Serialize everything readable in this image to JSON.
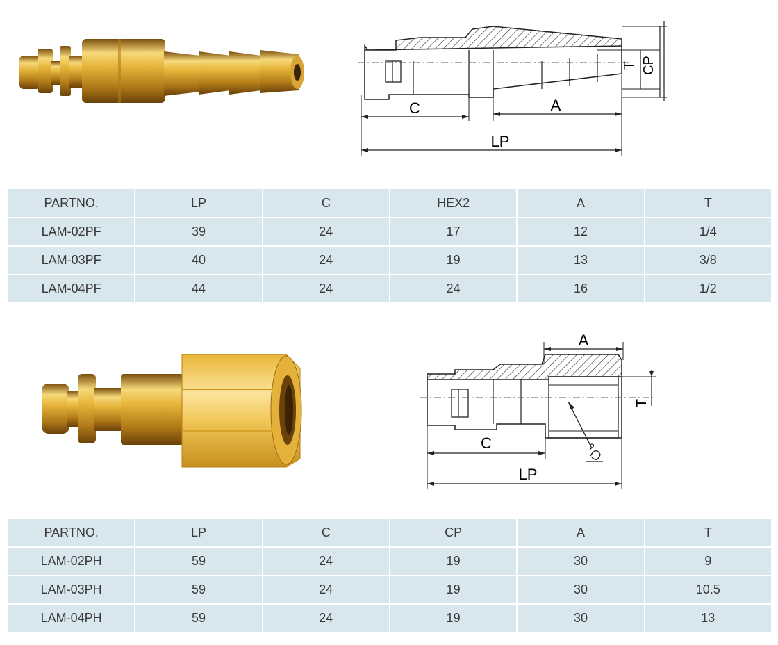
{
  "section1": {
    "drawing_labels": {
      "c": "C",
      "a": "A",
      "lp": "LP",
      "t": "T",
      "cp": "CP"
    },
    "table": {
      "headers": [
        "PARTNO.",
        "LP",
        "C",
        "HEX2",
        "A",
        "T"
      ],
      "rows": [
        [
          "LAM-02PF",
          "39",
          "24",
          "17",
          "12",
          "1/4"
        ],
        [
          "LAM-03PF",
          "40",
          "24",
          "19",
          "13",
          "3/8"
        ],
        [
          "LAM-04PF",
          "44",
          "24",
          "24",
          "16",
          "1/2"
        ]
      ]
    }
  },
  "section2": {
    "drawing_labels": {
      "c": "C",
      "a": "A",
      "lp": "LP",
      "t": "T",
      "note": "2"
    },
    "table": {
      "headers": [
        "PARTNO.",
        "LP",
        "C",
        "CP",
        "A",
        "T"
      ],
      "rows": [
        [
          "LAM-02PH",
          "59",
          "24",
          "19",
          "30",
          "9"
        ],
        [
          "LAM-03PH",
          "59",
          "24",
          "19",
          "30",
          "10.5"
        ],
        [
          "LAM-04PH",
          "59",
          "24",
          "19",
          "30",
          "13"
        ]
      ]
    }
  },
  "colors": {
    "brass": "#d9a52a",
    "brass_light": "#f7dd84",
    "brass_dark": "#8a5a10",
    "table_bg": "#d8e7ee"
  }
}
